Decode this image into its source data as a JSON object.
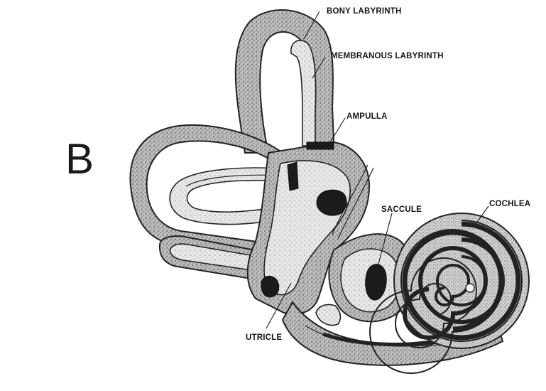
{
  "figure": {
    "panel_letter": "B",
    "labels": {
      "bony_labyrinth": "BONY LABYRINTH",
      "membranous_labyrinth": "MEMBRANOUS LABYRINTH",
      "ampulla": "AMPULLA",
      "saccule": "SACCULE",
      "cochlea": "COCHLEA",
      "utricle": "UTRICLE"
    }
  }
}
